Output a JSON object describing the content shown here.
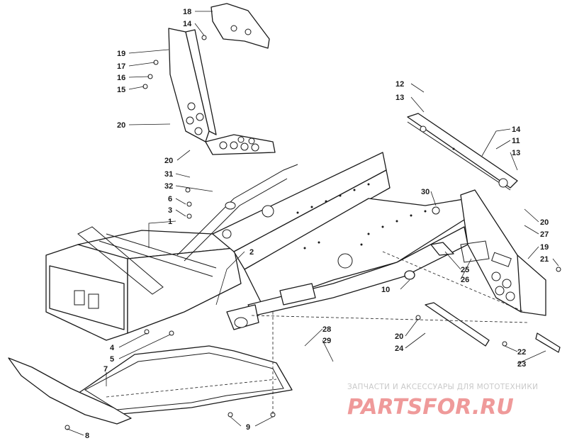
{
  "colors": {
    "line": "#1a1a1a",
    "background": "#ffffff",
    "watermark_text": "#c9c9c9",
    "watermark_logo": "#ef9a9a"
  },
  "callouts": [
    "18",
    "14",
    "19",
    "17",
    "16",
    "15",
    "20",
    "20",
    "31",
    "32",
    "6",
    "3",
    "1",
    "2",
    "4",
    "5",
    "7",
    "8",
    "9",
    "10",
    "12",
    "13",
    "14",
    "11",
    "13",
    "30",
    "20",
    "27",
    "19",
    "21",
    "25",
    "26",
    "20",
    "24",
    "22",
    "23",
    "28",
    "29"
  ],
  "watermark": {
    "line1": "ЗАПЧАСТИ И АКСЕССУАРЫ ДЛЯ МОТОТЕХНИКИ",
    "line2": "PARTSFOR.RU"
  }
}
